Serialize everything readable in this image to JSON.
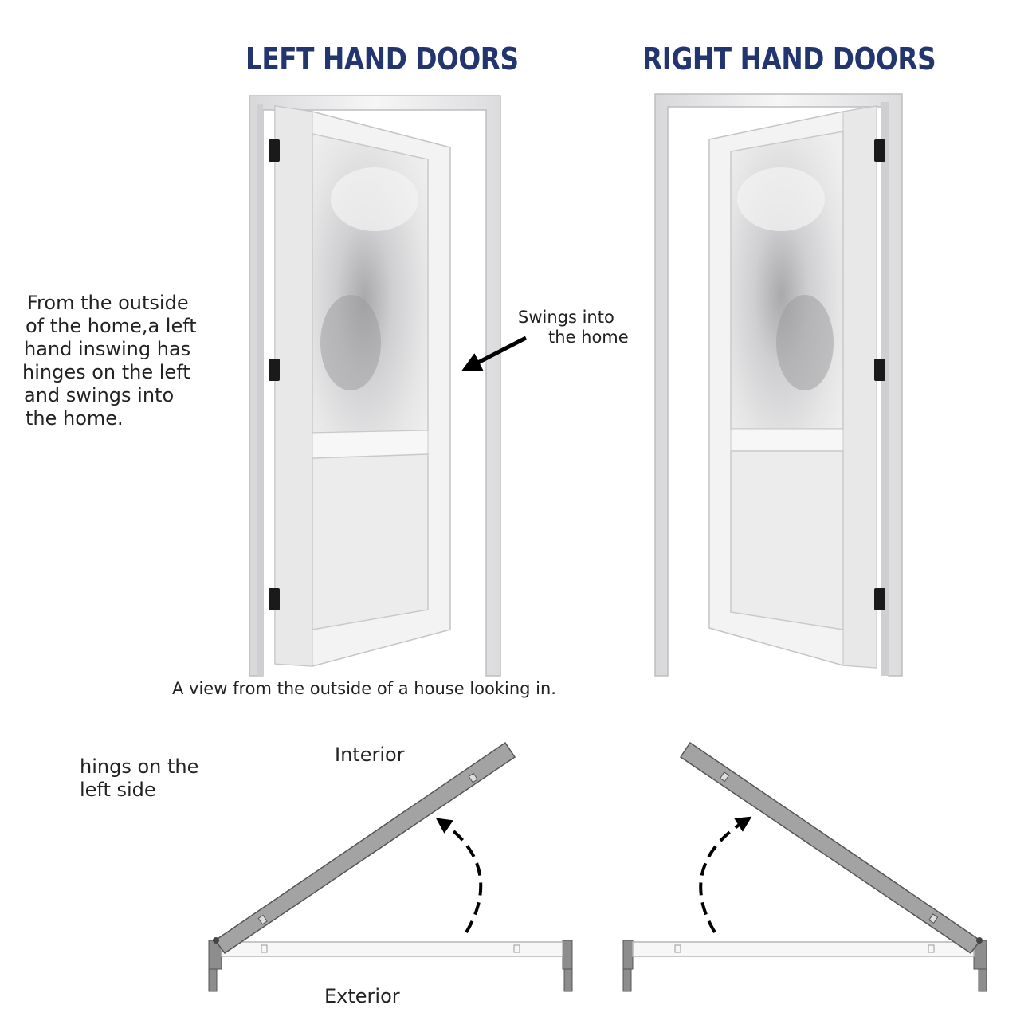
{
  "titles": {
    "left": "LEFT HAND DOORS",
    "right": "RIGHT HAND DOORS"
  },
  "description_lines": [
    "From the outside",
    "of the home,a left",
    "hand inswing has",
    "hinges on the left",
    "and swings into",
    "the home."
  ],
  "swing_label": [
    "Swings into",
    "the home"
  ],
  "caption": "A view from the outside of a house looking in.",
  "hinge_note_lines": [
    "hings on the",
    "left side"
  ],
  "plan_labels": {
    "interior": "Interior",
    "exterior": "Exterior"
  },
  "colors": {
    "title": "#22356f",
    "door": "#f4f4f5",
    "frame": "#e9e9ea",
    "glass": "#dcdcdd",
    "hinge": "#1a1a1a",
    "plan_door": "#a3a3a3",
    "plan_door_edge": "#555555",
    "arrow": "#000000"
  }
}
